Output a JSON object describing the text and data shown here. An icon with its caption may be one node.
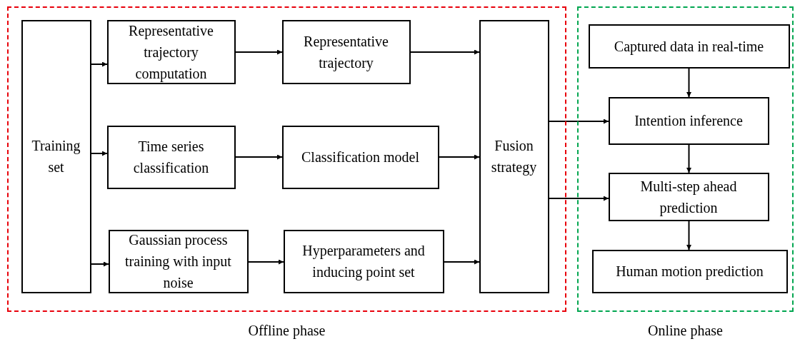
{
  "diagram": {
    "nodes": [
      {
        "text": [
          "Offline phase"
        ]
      },
      {
        "text": [
          "Training set"
        ],
        "in": 0
      },
      {
        "text": [
          "Representative trajectory computation"
        ],
        "in": 0
      },
      {
        "text": [
          "Representative trajectory"
        ],
        "in": 0
      },
      {
        "text": [
          "Time series classification"
        ],
        "in": 0
      },
      {
        "text": [
          "Classification model"
        ],
        "in": 0
      },
      {
        "text": [
          "Gaussian process training with input noise"
        ],
        "in": 0
      },
      {
        "text": [
          "Hyperparameters and inducing point set"
        ],
        "in": 0
      },
      {
        "text": [
          "Fusion strategy"
        ],
        "in": 0
      },
      {
        "text": [
          "Online phase"
        ]
      },
      {
        "text": [
          "Captured data in real-time"
        ],
        "in": 9
      },
      {
        "text": [
          "Intention inference"
        ],
        "in": 9
      },
      {
        "text": [
          "Multi-step ahead prediction"
        ],
        "in": 9
      },
      {
        "text": [
          "Human motion prediction"
        ],
        "in": 9
      }
    ],
    "edges": [
      {
        "from": 1,
        "to": 2,
        "arrow": "to"
      },
      {
        "from": 1,
        "to": 4,
        "arrow": "to"
      },
      {
        "from": 1,
        "to": 6,
        "arrow": "to"
      },
      {
        "from": 2,
        "to": 3,
        "arrow": "to"
      },
      {
        "from": 4,
        "to": 5,
        "arrow": "to"
      },
      {
        "from": 6,
        "to": 7,
        "arrow": "to"
      },
      {
        "from": 3,
        "to": 8,
        "arrow": "to"
      },
      {
        "from": 5,
        "to": 8,
        "arrow": "to"
      },
      {
        "from": 7,
        "to": 8,
        "arrow": "to"
      },
      {
        "from": 8,
        "to": 11,
        "arrow": "to"
      },
      {
        "from": 8,
        "to": 12,
        "arrow": "to"
      },
      {
        "from": 10,
        "to": 11,
        "arrow": "to"
      },
      {
        "from": 11,
        "to": 12,
        "arrow": "to"
      },
      {
        "from": 12,
        "to": 13,
        "arrow": "to"
      }
    ]
  }
}
